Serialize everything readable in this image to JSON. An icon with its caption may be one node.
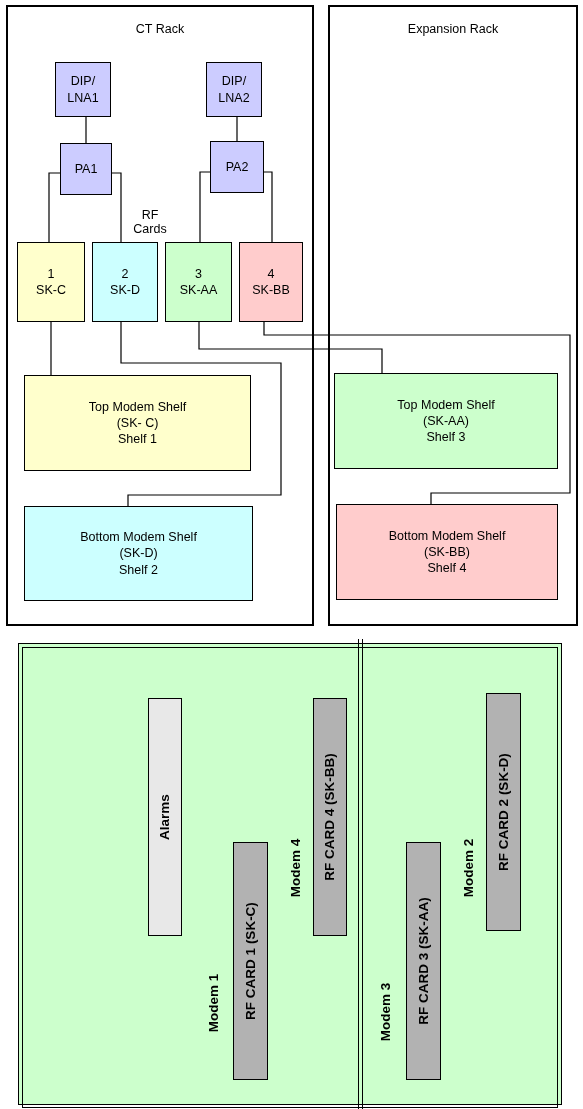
{
  "diagram": {
    "nodes": [
      {
        "text": [
          "CT Rack"
        ]
      },
      {
        "text": [
          "DIP/ LNA1"
        ],
        "in": 0
      },
      {
        "text": [
          "DIP/ LNA2"
        ],
        "in": 0
      },
      {
        "text": [
          "PA1"
        ],
        "in": 0
      },
      {
        "text": [
          "PA2"
        ],
        "in": 0
      },
      {
        "text": [
          "1",
          "SK-C"
        ],
        "in": 0
      },
      {
        "text": [
          "2",
          "SK-D"
        ],
        "in": 0
      },
      {
        "text": [
          "3",
          "SK-AA"
        ],
        "in": 0
      },
      {
        "text": [
          "4",
          "SK-BB"
        ],
        "in": 0
      },
      {
        "text": [
          "Top Modem Shelf",
          "(SK- C)",
          "Shelf 1"
        ],
        "in": 0
      },
      {
        "text": [
          "Bottom Modem Shelf",
          "(SK-D)",
          "Shelf 2"
        ],
        "in": 0
      },
      {
        "text": [
          "Expansion Rack"
        ]
      },
      {
        "text": [
          "Top Modem Shelf",
          "(SK-AA)",
          "Shelf 3"
        ],
        "in": 11
      },
      {
        "text": [
          "Bottom Modem Shelf",
          "(SK-BB)",
          "Shelf 4"
        ],
        "in": 11
      },
      {
        "text": [
          "Alarms"
        ]
      },
      {
        "text": [
          "RF CARD 1 (SK-C)"
        ]
      },
      {
        "text": [
          "RF CARD 4 (SK-BB)"
        ]
      },
      {
        "text": [
          "RF CARD 3 (SK-AA)"
        ]
      },
      {
        "text": [
          "RF CARD 2 (SK-D)"
        ]
      }
    ],
    "edges": [
      {
        "from": 1,
        "to": 3,
        "arrow": "none"
      },
      {
        "from": 2,
        "to": 4,
        "arrow": "none"
      },
      {
        "from": 3,
        "to": 5,
        "arrow": "none"
      },
      {
        "from": 3,
        "to": 6,
        "arrow": "none"
      },
      {
        "from": 4,
        "to": 7,
        "arrow": "none"
      },
      {
        "from": 4,
        "to": 8,
        "arrow": "none"
      },
      {
        "from": 5,
        "to": 9,
        "arrow": "none"
      },
      {
        "from": 6,
        "to": 10,
        "arrow": "none"
      },
      {
        "from": 7,
        "to": 12,
        "arrow": "none"
      },
      {
        "from": 8,
        "to": 13,
        "arrow": "none"
      }
    ],
    "labels": [
      "RF Cards",
      "Modem 1",
      "Modem 4",
      "Modem 3",
      "Modem 2"
    ]
  }
}
